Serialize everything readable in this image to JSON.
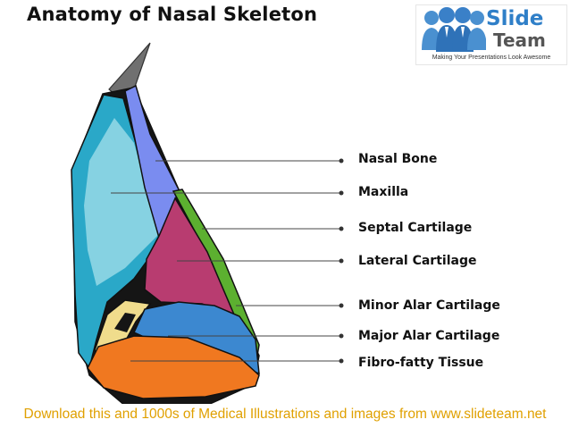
{
  "title": "Anatomy of Nasal Skeleton",
  "logo": {
    "word1": "Slide",
    "word2": "Team",
    "tagline": "Making Your Presentations Look Awesome"
  },
  "labels": [
    {
      "id": "nasal-bone",
      "text": "Nasal Bone"
    },
    {
      "id": "maxilla",
      "text": "Maxilla"
    },
    {
      "id": "septal-cartilage",
      "text": "Septal Cartilage"
    },
    {
      "id": "lateral-cartilage",
      "text": "Lateral Cartilage"
    },
    {
      "id": "minor-alar-cartilage",
      "text": "Minor Alar Cartilage"
    },
    {
      "id": "major-alar-cartilage",
      "text": "Major Alar Cartilage"
    },
    {
      "id": "fibro-fatty-tissue",
      "text": "Fibro-fatty Tissue"
    }
  ],
  "footer": "Download this and 1000s of Medical Illustrations and images from www.slideteam.net",
  "colors": {
    "maxilla_outer": "#2aa8c8",
    "maxilla_inner": "#86d2e2",
    "nasal_bone": "#7a8cf0",
    "septal_cartilage": "#5cb030",
    "lateral_cartilage": "#b83c70",
    "minor_alar_cartilage": "#f0dc8c",
    "major_alar_cartilage": "#3c88d0",
    "fibro_fatty_tissue": "#f07820",
    "footer_text": "#e0a000",
    "logo_blue": "#2f7fc8"
  }
}
